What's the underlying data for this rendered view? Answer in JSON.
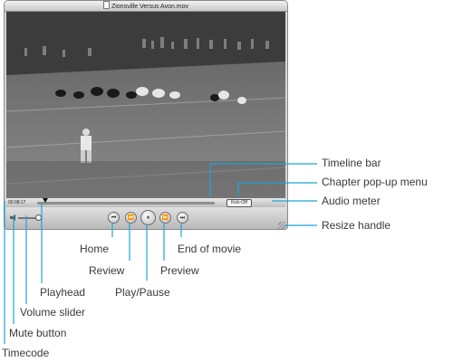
{
  "window": {
    "title": "Zionsville Versus Avon.mov"
  },
  "timeline": {
    "timecode": "00:08:17",
    "chapter_value": "Kick-Off"
  },
  "controls": {
    "home_glyph": "⏮",
    "review_glyph": "⏪",
    "play_pause_glyph": "⏸",
    "preview_glyph": "⏩",
    "end_glyph": "⏭"
  },
  "callouts": {
    "timeline_bar": "Timeline bar",
    "chapter_popup": "Chapter pop-up menu",
    "audio_meter": "Audio meter",
    "resize_handle": "Resize handle",
    "home": "Home",
    "end_of_movie": "End of movie",
    "review": "Review",
    "preview": "Preview",
    "playhead": "Playhead",
    "play_pause": "Play/Pause",
    "volume_slider": "Volume slider",
    "mute_button": "Mute button",
    "timecode": "Timecode"
  },
  "colors": {
    "callout": "#1fa3d8",
    "label": "#3a3a3a"
  },
  "icons": [
    "mute-icon",
    "home-icon",
    "review-icon",
    "play-pause-icon",
    "preview-icon",
    "end-of-movie-icon",
    "resize-handle-icon",
    "document-icon"
  ]
}
